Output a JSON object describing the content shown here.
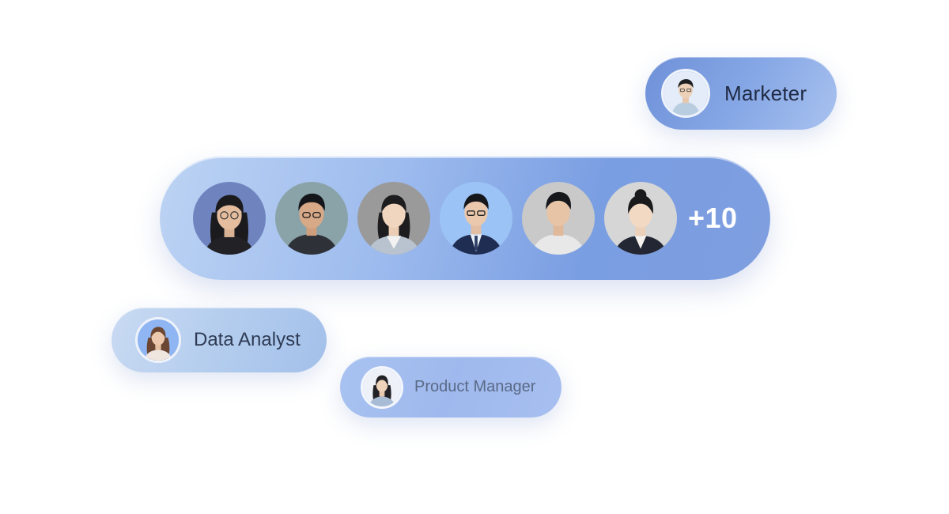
{
  "chips": {
    "marketer": {
      "label": "Marketer"
    },
    "data_analyst": {
      "label": "Data Analyst"
    },
    "product_manager": {
      "label": "Product Manager"
    }
  },
  "team": {
    "extra_count": "+10"
  },
  "colors": {
    "accent_blue": "#7a9ee2",
    "light_blue": "#bcd3f3",
    "text_dark": "#1f2a44",
    "text_muted": "#5a6a86"
  },
  "avatars": [
    {
      "icon": "person-avatar-icon",
      "bg": "#6f84bf"
    },
    {
      "icon": "person-avatar-icon",
      "bg": "#8aa3a8"
    },
    {
      "icon": "person-avatar-icon",
      "bg": "#9a9a9a"
    },
    {
      "icon": "person-avatar-icon",
      "bg": "#9bc3f6"
    },
    {
      "icon": "person-avatar-icon",
      "bg": "#c9c9c9"
    },
    {
      "icon": "person-avatar-icon",
      "bg": "#d6d6d6"
    }
  ]
}
